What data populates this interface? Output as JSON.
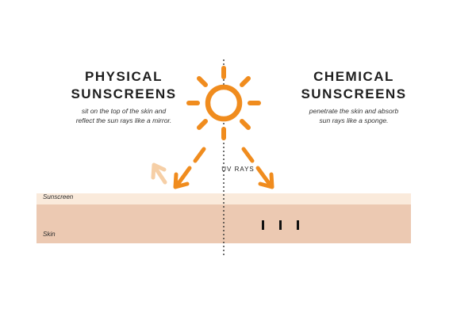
{
  "physical": {
    "title_lines": [
      "PHYSICAL",
      "SUNSCREENS"
    ],
    "desc_lines": [
      "sit on the top of the skin and",
      "reflect the sun rays like a mirror."
    ]
  },
  "chemical": {
    "title_lines": [
      "CHEMICAL",
      "SUNSCREENS"
    ],
    "desc_lines": [
      "penetrate the skin and absorb",
      "sun rays like a sponge."
    ]
  },
  "uv_label": "UV RAYS",
  "layers": {
    "sunscreen": "Sunscreen",
    "skin": "Skin"
  },
  "icons": {
    "sun": "sun-icon",
    "ray_arrow": "arrow-icon",
    "reflected_arrow": "reflected-arrow-icon"
  },
  "colors": {
    "accent": "#F08C1E",
    "reflected": "#F6CFA6",
    "sunscreen_layer": "#FAEADB",
    "skin_layer": "#ECC9B2",
    "divider": "#333333",
    "text": "#1E1E1E"
  }
}
